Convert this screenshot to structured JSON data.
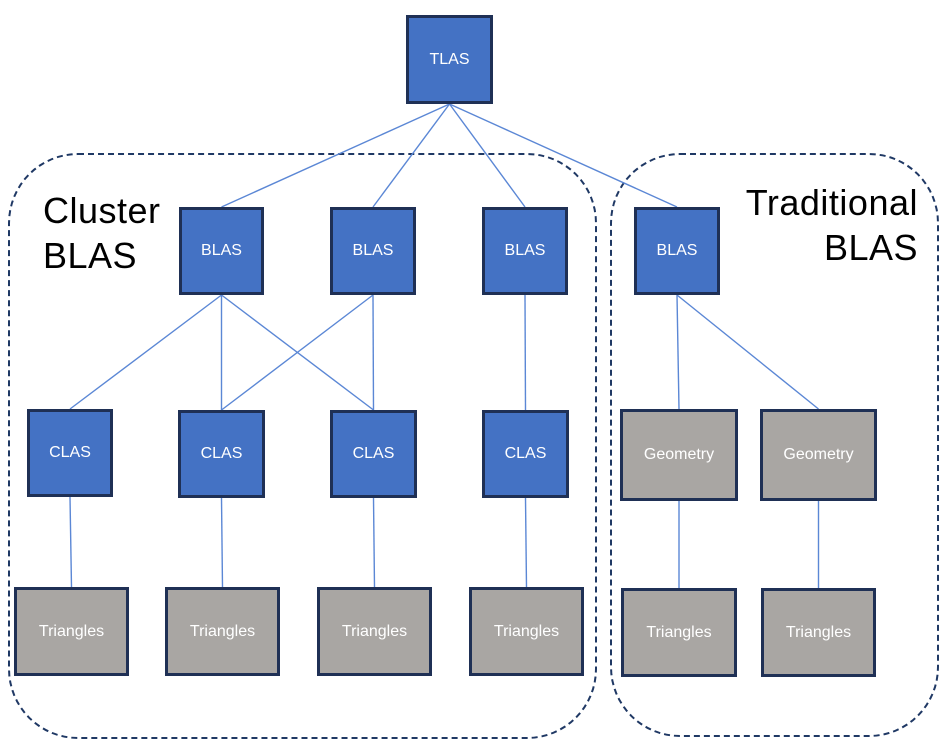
{
  "groups": {
    "cluster": {
      "label": "Cluster\nBLAS"
    },
    "traditional": {
      "label": "Traditional\nBLAS"
    }
  },
  "nodes": {
    "tlas": {
      "label": "TLAS"
    },
    "blas1": {
      "label": "BLAS"
    },
    "blas2": {
      "label": "BLAS"
    },
    "blas3": {
      "label": "BLAS"
    },
    "blas4": {
      "label": "BLAS"
    },
    "clas1": {
      "label": "CLAS"
    },
    "clas2": {
      "label": "CLAS"
    },
    "clas3": {
      "label": "CLAS"
    },
    "clas4": {
      "label": "CLAS"
    },
    "geo1": {
      "label": "Geometry"
    },
    "geo2": {
      "label": "Geometry"
    },
    "tri1": {
      "label": "Triangles"
    },
    "tri2": {
      "label": "Triangles"
    },
    "tri3": {
      "label": "Triangles"
    },
    "tri4": {
      "label": "Triangles"
    },
    "tri5": {
      "label": "Triangles"
    },
    "tri6": {
      "label": "Triangles"
    }
  },
  "edges": [
    [
      "tlas",
      "blas1"
    ],
    [
      "tlas",
      "blas2"
    ],
    [
      "tlas",
      "blas3"
    ],
    [
      "tlas",
      "blas4"
    ],
    [
      "blas1",
      "clas1"
    ],
    [
      "blas1",
      "clas2"
    ],
    [
      "blas1",
      "clas3"
    ],
    [
      "blas2",
      "clas2"
    ],
    [
      "blas2",
      "clas3"
    ],
    [
      "blas3",
      "clas4"
    ],
    [
      "blas4",
      "geo1"
    ],
    [
      "blas4",
      "geo2"
    ],
    [
      "clas1",
      "tri1"
    ],
    [
      "clas2",
      "tri2"
    ],
    [
      "clas3",
      "tri3"
    ],
    [
      "clas4",
      "tri4"
    ],
    [
      "geo1",
      "tri5"
    ],
    [
      "geo2",
      "tri6"
    ]
  ],
  "colors": {
    "node_blue": "#4472C4",
    "node_gray": "#A9A6A3",
    "node_border": "#1F3055",
    "node_text": "#FFFFFF",
    "group_border": "#1F3864",
    "label_text": "#000000",
    "connector": "#5B87D5"
  }
}
